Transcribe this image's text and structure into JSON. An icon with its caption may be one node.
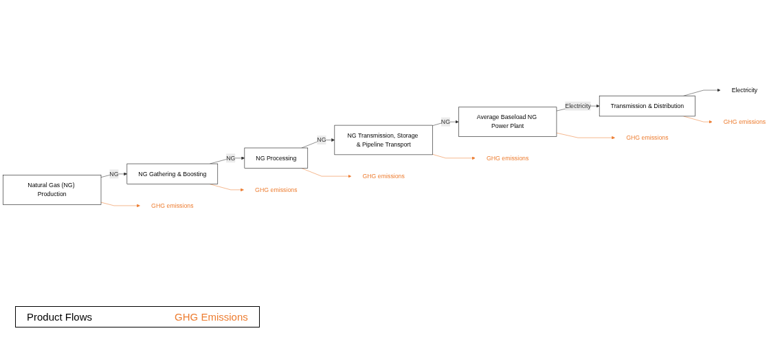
{
  "diagram": {
    "nodes": [
      {
        "text": [
          "Natural Gas (NG) Production"
        ]
      },
      {
        "text": [
          "NG Gathering & Boosting"
        ]
      },
      {
        "text": [
          "NG Processing"
        ]
      },
      {
        "text": [
          "NG Transmission, Storage & Pipeline Transport"
        ]
      },
      {
        "text": [
          "Average Baseload NG Power Plant"
        ]
      },
      {
        "text": [
          "Transmission & Distribution"
        ]
      },
      {
        "text": [
          "GHG emissions"
        ]
      },
      {
        "text": [
          "GHG emissions"
        ]
      },
      {
        "text": [
          "GHG emissions"
        ]
      },
      {
        "text": [
          "GHG emissions"
        ]
      },
      {
        "text": [
          "GHG emissions"
        ]
      },
      {
        "text": [
          "GHG emissions"
        ]
      },
      {
        "text": [
          "Electricity"
        ]
      }
    ],
    "edges": [
      {
        "from": 0,
        "to": 1,
        "arrow": "to",
        "label": "NG"
      },
      {
        "from": 1,
        "to": 2,
        "arrow": "to",
        "label": "NG"
      },
      {
        "from": 2,
        "to": 3,
        "arrow": "to",
        "label": "NG"
      },
      {
        "from": 3,
        "to": 4,
        "arrow": "to",
        "label": "NG"
      },
      {
        "from": 4,
        "to": 5,
        "arrow": "to",
        "label": "Electricity"
      },
      {
        "from": 5,
        "to": 12,
        "arrow": "to"
      },
      {
        "from": 0,
        "to": 6,
        "arrow": "to",
        "color": "#ed7d31"
      },
      {
        "from": 1,
        "to": 7,
        "arrow": "to",
        "color": "#ed7d31"
      },
      {
        "from": 2,
        "to": 8,
        "arrow": "to",
        "color": "#ed7d31"
      },
      {
        "from": 3,
        "to": 9,
        "arrow": "to",
        "color": "#ed7d31"
      },
      {
        "from": 4,
        "to": 10,
        "arrow": "to",
        "color": "#ed7d31"
      },
      {
        "from": 5,
        "to": 11,
        "arrow": "to",
        "color": "#ed7d31"
      }
    ],
    "legend": [
      {
        "text": "Product Flows",
        "color": "#000000"
      },
      {
        "text": "GHG Emissions",
        "color": "#ed7d31"
      }
    ]
  }
}
